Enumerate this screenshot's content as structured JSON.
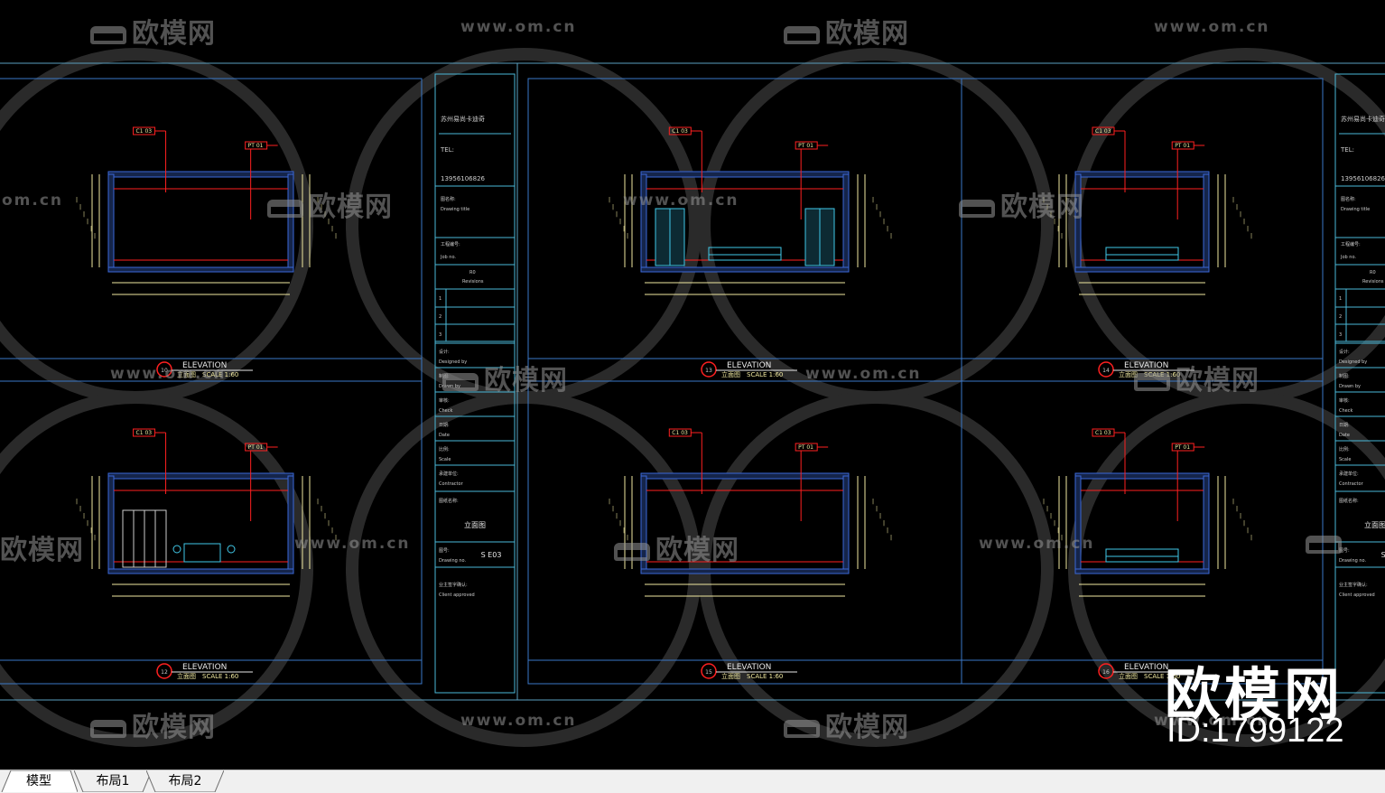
{
  "tabs": [
    {
      "label": "模型",
      "active": true
    },
    {
      "label": "布局1",
      "active": false
    },
    {
      "label": "布局2",
      "active": false
    }
  ],
  "watermark": {
    "logo_text": "欧模网",
    "url_text": "www.om.cn",
    "url_text_partial": "om.cn",
    "id_text": "ID:1799122"
  },
  "title_block": {
    "company": "苏州易尚卡迪奇",
    "tel_label": "TEL:",
    "phone": "13956106826",
    "drawing_title_cn": "图名称:",
    "drawing_title_en": "Drawing title",
    "job_cn": "工程编号:",
    "job_en": "Job no.",
    "revision_code": "R0",
    "revision_en": "Revisions",
    "rev_rows": [
      "1",
      "2",
      "3"
    ],
    "designed_cn": "设计:",
    "designed_en": "Designed by",
    "drawn_cn": "制图:",
    "drawn_en": "Drawn by",
    "check_cn": "审核:",
    "check_en": "Check",
    "date_cn": "日期:",
    "date_en": "Date",
    "scale_cn": "比例:",
    "scale_en": "Scale",
    "contractor_cn": "承建单位:",
    "contractor_en": "Contractor",
    "sheet_name_label": "图纸名称:",
    "sheet_name": "立面图",
    "drawing_no_cn": "图号:",
    "drawing_no_en": "Drawing no.",
    "drawing_no": "S E03",
    "approved_cn": "业主签字确认:",
    "approved_en": "Client approved"
  },
  "elevations": [
    {
      "num": "10",
      "title": "ELEVATION",
      "sub": "立面图",
      "scale": "SCALE 1:60"
    },
    {
      "num": "12",
      "title": "ELEVATION",
      "sub": "立面图",
      "scale": "SCALE 1:60"
    },
    {
      "num": "13",
      "title": "ELEVATION",
      "sub": "立面图",
      "scale": "SCALE 1:60"
    },
    {
      "num": "14",
      "title": "ELEVATION",
      "sub": "立面图",
      "scale": "SCALE 1:60"
    },
    {
      "num": "15",
      "title": "ELEVATION",
      "sub": "立面图",
      "scale": "SCALE 1:60"
    },
    {
      "num": "16",
      "title": "ELEVATION",
      "sub": "立面图",
      "scale": "SCALE 1:60"
    }
  ],
  "tags": {
    "ceiling": "C1 03",
    "paint": "PT 01"
  },
  "colors": {
    "background": "#000000",
    "frame": "#5a9fbf",
    "titleblock_line": "#4ab8d8",
    "wall": "#3a68d8",
    "yellow": "#f0e8a0",
    "red": "#ff2020",
    "cyan": "#40c8e8",
    "label": "#cccccc"
  }
}
